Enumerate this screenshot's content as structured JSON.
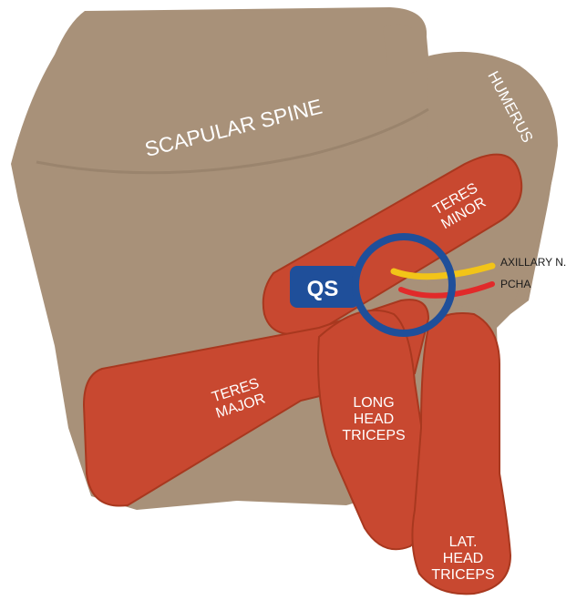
{
  "labels": {
    "scapular_spine": "SCAPULAR SPINE",
    "humerus": "HUMERUS",
    "teres_minor": [
      "TERES",
      "MINOR"
    ],
    "teres_major": [
      "TERES",
      "MAJOR"
    ],
    "long_head_triceps": [
      "LONG",
      "HEAD",
      "TRICEPS"
    ],
    "lat_head_triceps": [
      "LAT.",
      "HEAD",
      "TRICEPS"
    ],
    "qs": "QS",
    "axillary_n": "AXILLARY N.",
    "pcha": "PCHA"
  },
  "colors": {
    "bone": "#a89179",
    "bone_fold": "#9a846d",
    "muscle": "#c84830",
    "muscle_edge": "#a8381f",
    "qs_blue": "#1f4f9a",
    "nerve_yellow": "#f2c418",
    "artery_red": "#e12a2a",
    "text_white": "#ffffff",
    "text_dark": "#1a1a1a"
  },
  "icons": {
    "qs_marker": "circle-outline"
  }
}
